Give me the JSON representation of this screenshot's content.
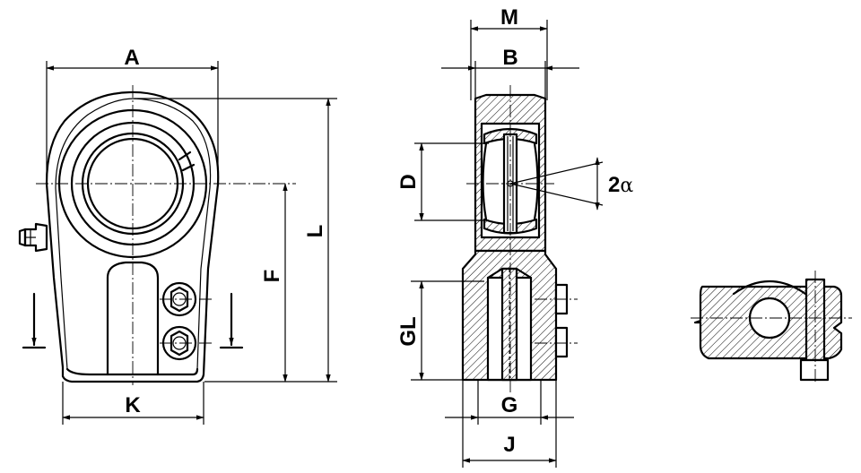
{
  "labels": {
    "A": "A",
    "M": "M",
    "B": "B",
    "D": "D",
    "two": "2",
    "alpha": "α",
    "F": "F",
    "L": "L",
    "GL": "GL",
    "G": "G",
    "K": "K",
    "J": "J"
  }
}
